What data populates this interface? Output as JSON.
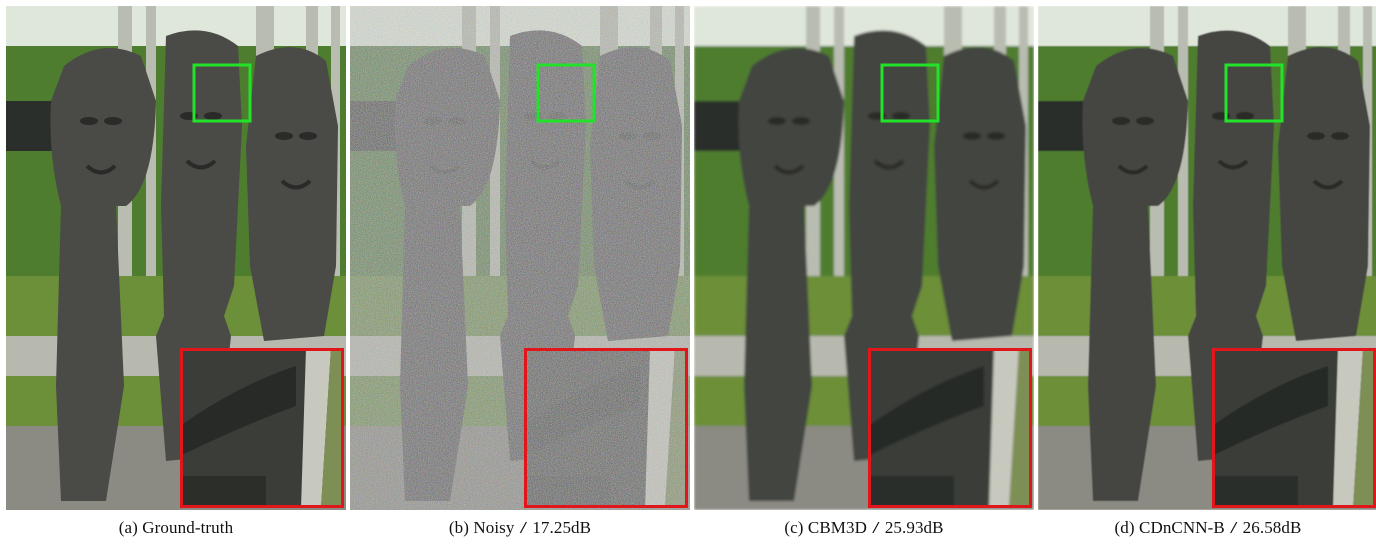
{
  "figure": {
    "panels": [
      {
        "tag": "(a)",
        "method": "Ground-truth",
        "separator": "",
        "psnr": "",
        "noise": 0,
        "tint": "#4a4a47",
        "blur": 0
      },
      {
        "tag": "(b)",
        "method": "Noisy",
        "separator": "/",
        "psnr": "17.25dB",
        "noise": 0.9,
        "tint": "#4d4a4d",
        "blur": 0
      },
      {
        "tag": "(c)",
        "method": "CBM3D",
        "separator": "/",
        "psnr": "25.93dB",
        "noise": 0,
        "tint": "#434540",
        "blur": 1.2
      },
      {
        "tag": "(d)",
        "method": "CDnCNN-B",
        "separator": "/",
        "psnr": "26.58dB",
        "noise": 0,
        "tint": "#454542",
        "blur": 0.4
      }
    ],
    "colors": {
      "inset_border": "#e0161a",
      "roi_box": "#22e22a",
      "foliage": "#4f7d2f",
      "sky": "#dfe6da",
      "gravel": "#8b8a83",
      "grass": "#6c8f39"
    }
  }
}
